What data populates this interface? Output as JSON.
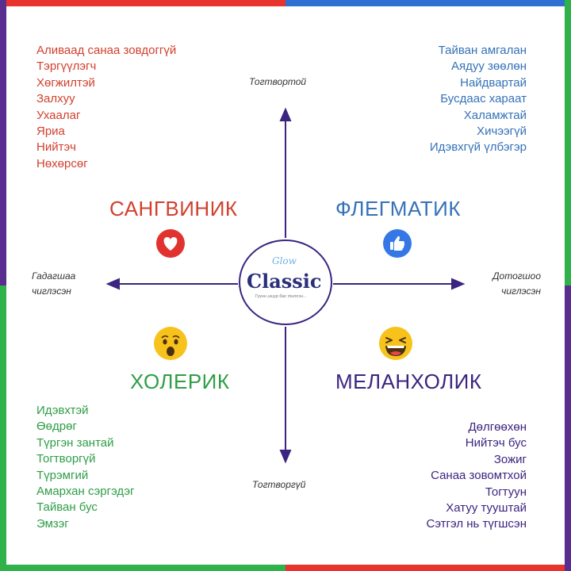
{
  "logo": {
    "script": "Glow",
    "name": "Classic",
    "tagline": "Түүнн шиур бас типсэн..."
  },
  "axis": {
    "top": "Тогтвортой",
    "bottom": "Тогтворгүй",
    "left_line1": "Гадагшаа",
    "left_line2": "чиглэсэн",
    "right_line1": "Дотогшоо",
    "right_line2": "чиглэсэн"
  },
  "types": {
    "sanguine": {
      "title": "САНГВИНИК",
      "color": "#d2402e",
      "icon": "heart-icon",
      "traits": [
        "Аливаад санаа зовдоггүй",
        "Тэргүүлэгч",
        "Хөгжилтэй",
        "Залхуу",
        "Ухаалаг",
        "Яриа",
        "Нийтэч",
        "Нөхөрсөг"
      ]
    },
    "phlegmatic": {
      "title": "ФЛЕГМАТИК",
      "color": "#3572b8",
      "icon": "thumbs-up-icon",
      "traits": [
        "Тайван амгалан",
        "Аядуу зөөлөн",
        "Найдвартай",
        "Бусдаас хараат",
        "Халамжтай",
        "Хичээгүй",
        "Идэвхгүй үлбэгэр"
      ]
    },
    "choleric": {
      "title": "ХОЛЕРИК",
      "color": "#2e9e46",
      "icon": "surprised-face-icon",
      "traits": [
        "Идэвхтэй",
        "Өөдрөг",
        "Түргэн зантай",
        "Тогтворгүй",
        "Түрэмгий",
        "Амархан сэргэдэг",
        "Тайван бус",
        "Эмзэг"
      ]
    },
    "melancholic": {
      "title": "МЕЛАНХОЛИК",
      "color": "#3b2580",
      "icon": "laughing-face-icon",
      "traits": [
        "Дөлгөөхөн",
        "Нийтэч бус",
        "Зожиг",
        "Санаа зовомтхой",
        "Тогтуун",
        "Хатуу тууштай",
        "Сэтгэл нь түгшсэн"
      ]
    }
  }
}
